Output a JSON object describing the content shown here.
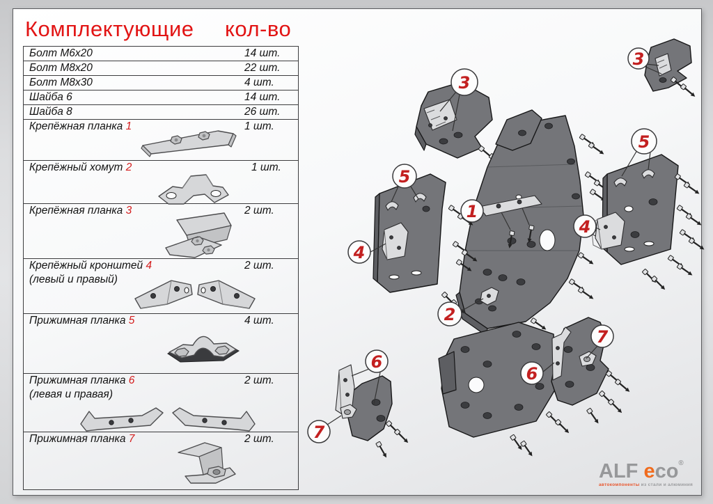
{
  "title": {
    "components": "Комплектующие",
    "quantity": "кол-во"
  },
  "colors": {
    "accent_red": "#e21414",
    "ref_red": "#d41d1d",
    "logo_orange": "#f06c1e",
    "logo_gray": "#97989a",
    "part_gray": "#747579"
  },
  "table": {
    "rows": [
      {
        "name": "Болт М6х20",
        "ref": "",
        "note": "",
        "qty": "14 шт."
      },
      {
        "name": "Болт М8х20",
        "ref": "",
        "note": "",
        "qty": "22 шт."
      },
      {
        "name": "Болт М8х30",
        "ref": "",
        "note": "",
        "qty": "4 шт."
      },
      {
        "name": "Шайба 6",
        "ref": "",
        "note": "",
        "qty": "14 шт."
      },
      {
        "name": "Шайба 8",
        "ref": "",
        "note": "",
        "qty": "26 шт."
      },
      {
        "name": "Крепёжная планка",
        "ref": "1",
        "note": "",
        "qty": "1 шт."
      },
      {
        "name": "Крепёжный хомут",
        "ref": "2",
        "note": "",
        "qty": "1 шт."
      },
      {
        "name": "Крепёжная планка",
        "ref": "3",
        "note": "",
        "qty": "2 шт."
      },
      {
        "name": "Крепёжный кронштей",
        "ref": "4",
        "note": "(левый и правый)",
        "qty": "2 шт."
      },
      {
        "name": "Прижимная планка",
        "ref": "5",
        "note": "",
        "qty": "4 шт."
      },
      {
        "name": "Прижимная планка",
        "ref": "6",
        "note": "(левая и правая)",
        "qty": "2 шт."
      },
      {
        "name": "Прижимная планка",
        "ref": "7",
        "note": "",
        "qty": "2 шт."
      }
    ]
  },
  "diagram": {
    "callouts": [
      "3",
      "3",
      "5",
      "5",
      "1",
      "4",
      "4",
      "2",
      "6",
      "7",
      "6",
      "7"
    ]
  },
  "logo": {
    "alf": "ALF ",
    "e": "e",
    "co": "co",
    "reg": "®",
    "tagline_accent": "автокомпоненты",
    "tagline_rest": " из стали и алюминия"
  }
}
